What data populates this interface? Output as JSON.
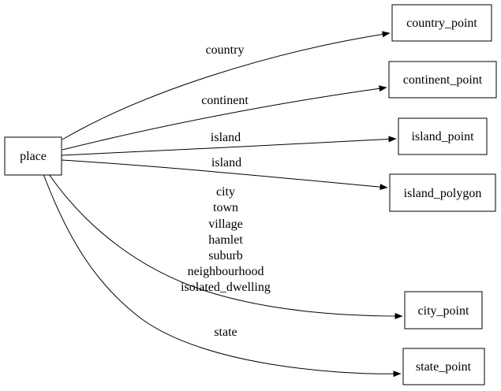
{
  "diagram": {
    "type": "directed-graph",
    "colors": {
      "background": "#ffffff",
      "node_border": "#000000",
      "edge": "#000000",
      "text": "#000000"
    },
    "nodes": {
      "place": {
        "label": "place"
      },
      "country_point": {
        "label": "country_point"
      },
      "continent_point": {
        "label": "continent_point"
      },
      "island_point": {
        "label": "island_point"
      },
      "island_polygon": {
        "label": "island_polygon"
      },
      "city_point": {
        "label": "city_point"
      },
      "state_point": {
        "label": "state_point"
      }
    },
    "edges": {
      "country": {
        "from": "place",
        "to": "country_point",
        "label": "country"
      },
      "continent": {
        "from": "place",
        "to": "continent_point",
        "label": "continent"
      },
      "island_to_point": {
        "from": "place",
        "to": "island_point",
        "label": "island"
      },
      "island_to_polygon": {
        "from": "place",
        "to": "island_polygon",
        "label": "island"
      },
      "city": {
        "from": "place",
        "to": "city_point",
        "label_lines": [
          "city",
          "town",
          "village",
          "hamlet",
          "suburb",
          "neighbourhood",
          "isolated_dwelling"
        ]
      },
      "state": {
        "from": "place",
        "to": "state_point",
        "label": "state"
      }
    }
  }
}
